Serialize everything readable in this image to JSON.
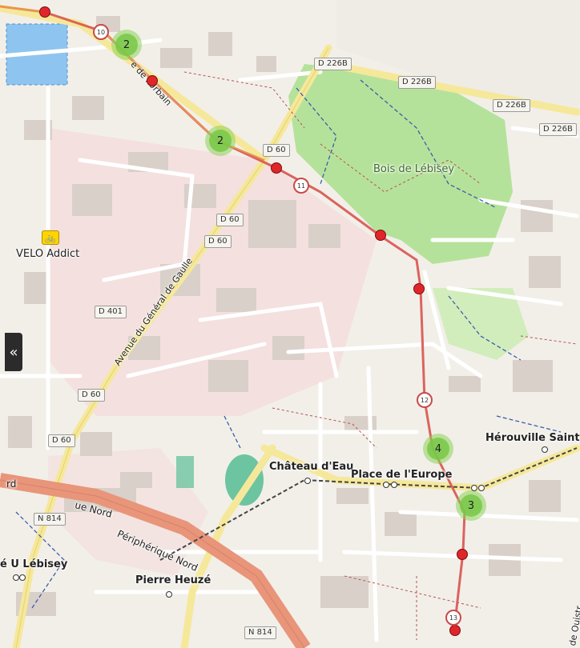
{
  "map": {
    "places": {
      "bois": "Bois de Lébisey",
      "velo": "VELO Addict",
      "herouville": "Hérouville Saint-C",
      "chateau": "Château d'Eau",
      "europe": "Place de l'Europe",
      "heuze": "Pierre Heuzé",
      "lebisey": "é U Lébisey",
      "avenue": "Avenue du Général de Gaulle",
      "peripherique": "Périphérique Nord",
      "ue_nord": "ue Nord",
      "rd": "rd",
      "urbain": "e de l'Urbain",
      "ouistr": "de Ouistr"
    },
    "road_refs": {
      "d226b_1": "D 226B",
      "d226b_2": "D 226B",
      "d226b_3": "D 226B",
      "d226b_4": "D 226B",
      "d60_1": "D 60",
      "d60_2": "D 60",
      "d60_3": "D 60",
      "d60_4": "D 60",
      "d60_5": "D 60",
      "d401": "D 401",
      "n814_1": "N 814",
      "n814_2": "N 814"
    },
    "clusters": [
      "2",
      "2",
      "4",
      "3"
    ],
    "stop_numbers": [
      "10",
      "11",
      "12",
      "13"
    ],
    "controls": {
      "collapse": "«"
    },
    "colors": {
      "route": "#d9534f",
      "cluster": "#8cd25a",
      "park": "#b5e29a",
      "water": "#8ec5f0",
      "industrial": "#f3dede",
      "motorway": "#e8957a"
    }
  }
}
